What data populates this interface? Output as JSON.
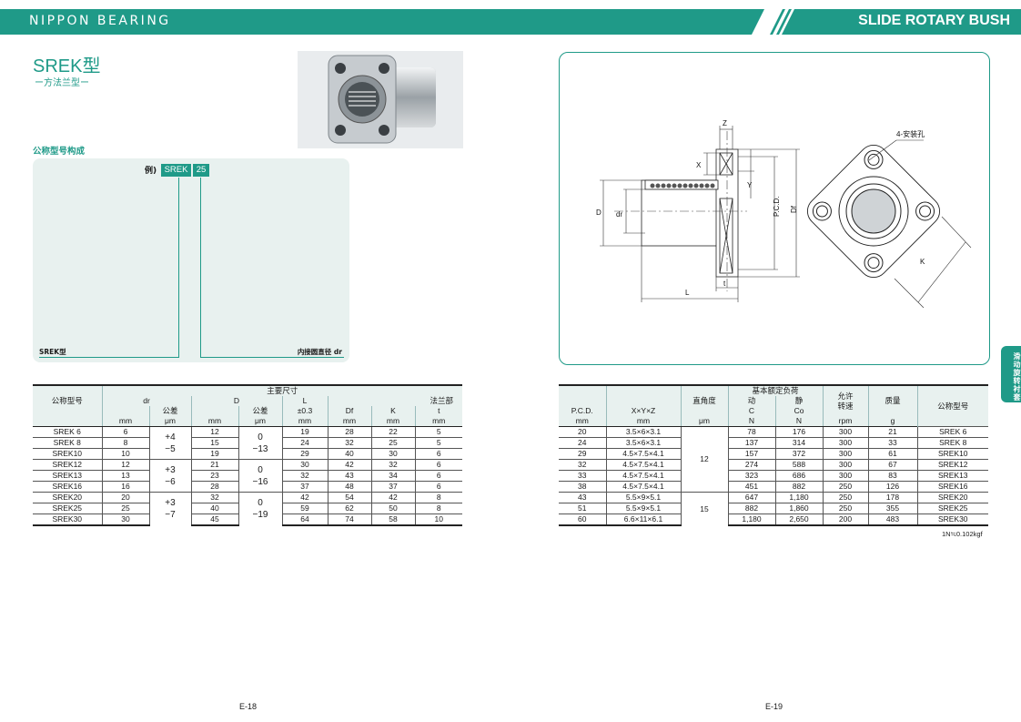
{
  "header": {
    "brand": "NIPPON BEARING",
    "title": "SLIDE ROTARY BUSH"
  },
  "product": {
    "title": "SREK型",
    "subtitle": "ー方法兰型ー"
  },
  "example": {
    "section_title": "公称型号构成",
    "label": "例)",
    "code": "SREK",
    "size": "25",
    "note_model": "SREK型",
    "note_bore": "内接圆直径 dr"
  },
  "left_table": {
    "group_header": "主要尺寸",
    "col_model": "公称型号",
    "col_dr": "dr",
    "col_D": "D",
    "col_L": "L",
    "col_flange": "法兰部",
    "sub_tol": "公差",
    "sub_L": "±0.3",
    "sub_Df": "Df",
    "sub_K": "K",
    "sub_t": "t",
    "units": [
      "mm",
      "μm",
      "mm",
      "μm",
      "mm",
      "mm",
      "mm",
      "mm"
    ],
    "rows": [
      {
        "model": "SREK 6",
        "dr": "6",
        "D": "12",
        "L": "19",
        "Df": "28",
        "K": "22",
        "t": "5"
      },
      {
        "model": "SREK 8",
        "dr": "8",
        "D": "15",
        "L": "24",
        "Df": "32",
        "K": "25",
        "t": "5"
      },
      {
        "model": "SREK10",
        "dr": "10",
        "D": "19",
        "L": "29",
        "Df": "40",
        "K": "30",
        "t": "6"
      },
      {
        "model": "SREK12",
        "dr": "12",
        "D": "21",
        "L": "30",
        "Df": "42",
        "K": "32",
        "t": "6"
      },
      {
        "model": "SREK13",
        "dr": "13",
        "D": "23",
        "L": "32",
        "Df": "43",
        "K": "34",
        "t": "6"
      },
      {
        "model": "SREK16",
        "dr": "16",
        "D": "28",
        "L": "37",
        "Df": "48",
        "K": "37",
        "t": "6"
      },
      {
        "model": "SREK20",
        "dr": "20",
        "D": "32",
        "L": "42",
        "Df": "54",
        "K": "42",
        "t": "8"
      },
      {
        "model": "SREK25",
        "dr": "25",
        "D": "40",
        "L": "59",
        "Df": "62",
        "K": "50",
        "t": "8"
      },
      {
        "model": "SREK30",
        "dr": "30",
        "D": "45",
        "L": "64",
        "Df": "74",
        "K": "58",
        "t": "10"
      }
    ],
    "dr_tol": [
      {
        "upper": "+4",
        "lower": "−5"
      },
      {
        "upper": "+3",
        "lower": "−6"
      },
      {
        "upper": "+3",
        "lower": "−7"
      }
    ],
    "D_tol": [
      {
        "upper": "0",
        "lower": "−13"
      },
      {
        "upper": "0",
        "lower": "−16"
      },
      {
        "upper": "0",
        "lower": "−19"
      }
    ]
  },
  "right_table": {
    "col_pcd": "P.C.D.",
    "col_xyz": "X×Y×Z",
    "col_angle": "直角度",
    "col_load": "基本额定负荷",
    "col_dyn": "动",
    "col_stat": "静",
    "col_C": "C",
    "col_Co": "Co",
    "col_speed": "允许\n转速",
    "col_mass": "质量",
    "col_model": "公称型号",
    "units": [
      "mm",
      "mm",
      "μm",
      "N",
      "N",
      "rpm",
      "g"
    ],
    "rows": [
      {
        "pcd": "20",
        "xyz": "3.5×6×3.1",
        "C": "78",
        "Co": "176",
        "rpm": "300",
        "g": "21",
        "model": "SREK 6"
      },
      {
        "pcd": "24",
        "xyz": "3.5×6×3.1",
        "C": "137",
        "Co": "314",
        "rpm": "300",
        "g": "33",
        "model": "SREK 8"
      },
      {
        "pcd": "29",
        "xyz": "4.5×7.5×4.1",
        "C": "157",
        "Co": "372",
        "rpm": "300",
        "g": "61",
        "model": "SREK10"
      },
      {
        "pcd": "32",
        "xyz": "4.5×7.5×4.1",
        "C": "274",
        "Co": "588",
        "rpm": "300",
        "g": "67",
        "model": "SREK12"
      },
      {
        "pcd": "33",
        "xyz": "4.5×7.5×4.1",
        "C": "323",
        "Co": "686",
        "rpm": "300",
        "g": "83",
        "model": "SREK13"
      },
      {
        "pcd": "38",
        "xyz": "4.5×7.5×4.1",
        "C": "451",
        "Co": "882",
        "rpm": "250",
        "g": "126",
        "model": "SREK16"
      },
      {
        "pcd": "43",
        "xyz": "5.5×9×5.1",
        "C": "647",
        "Co": "1,180",
        "rpm": "250",
        "g": "178",
        "model": "SREK20"
      },
      {
        "pcd": "51",
        "xyz": "5.5×9×5.1",
        "C": "882",
        "Co": "1,860",
        "rpm": "250",
        "g": "355",
        "model": "SREK25"
      },
      {
        "pcd": "60",
        "xyz": "6.6×11×6.1",
        "C": "1,180",
        "Co": "2,650",
        "rpm": "200",
        "g": "483",
        "model": "SREK30"
      }
    ],
    "angle_groups": [
      "12",
      "15"
    ]
  },
  "diagram": {
    "labels": {
      "Z": "Z",
      "X": "X",
      "Y": "Y",
      "D": "D",
      "dr": "dr",
      "PCD": "P.C.D.",
      "Df": "Df",
      "L": "L",
      "t": "t",
      "K": "K",
      "holes": "4-安装孔"
    }
  },
  "side_tab": "滑动旋转衬套",
  "footnote": "1N≒0.102kgf",
  "page_numbers": {
    "left": "E-18",
    "right": "E-19"
  }
}
